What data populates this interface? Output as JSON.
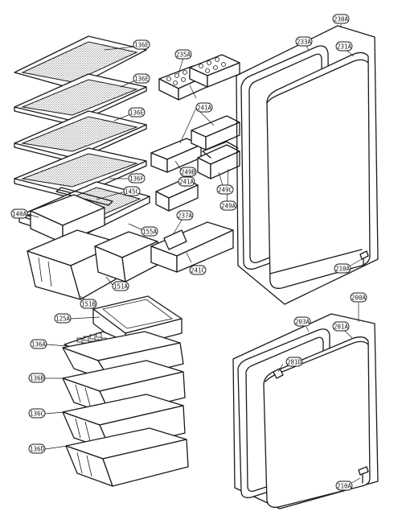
{
  "labels": {
    "l136E_1": "136E",
    "l136E_2": "136E",
    "l136E_3": "136E",
    "l136F": "136F",
    "l145C": "145C",
    "l140A": "140A",
    "l155A": "155A",
    "l151A": "151A",
    "l151B": "151B",
    "l235A": "235A",
    "l241A_1": "241A",
    "l249B": "249B",
    "l241A_2": "241A",
    "l249C": "249C",
    "l249A": "249A",
    "l237A": "237A",
    "l241C": "241C",
    "l230A": "230A",
    "l233A": "233A",
    "l231A": "231A",
    "l210A_1": "210A",
    "l125A": "125A",
    "l136A": "136A",
    "l136B": "136B",
    "l136C": "136C",
    "l136D": "136D",
    "l200A": "200A",
    "l203A": "203A",
    "l201A": "201A",
    "l281D": "281D",
    "l210A_2": "210A"
  }
}
